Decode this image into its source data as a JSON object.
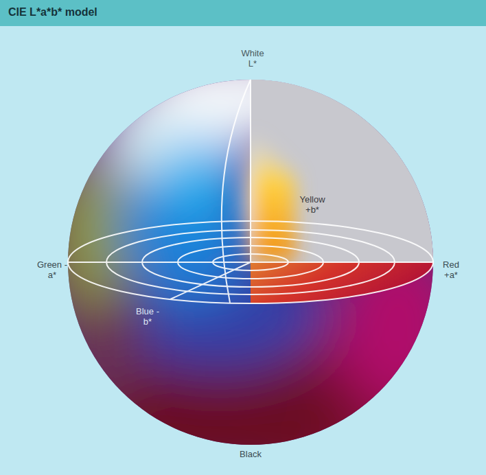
{
  "diagram": {
    "title": "CIE L*a*b* model",
    "labels": [
      "White L*",
      "Yellow +b*",
      "Green -a*",
      "Red +a*",
      "Blue -b*",
      "Black"
    ]
  }
}
